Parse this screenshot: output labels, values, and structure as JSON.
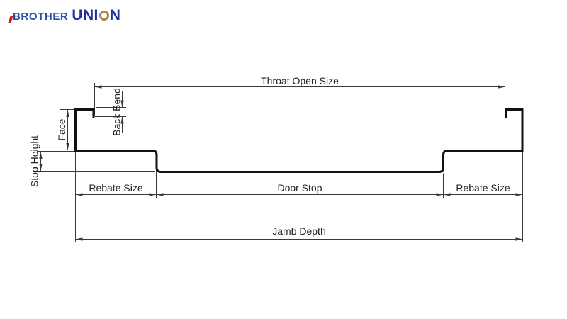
{
  "brand": {
    "name": "BROTHER UNION",
    "word1": "BROTHER",
    "word2_prefix": "UNI",
    "word2_suffix": "N",
    "word1_color": "#2a50a8",
    "word2_color": "#202f9c",
    "globe_ring_color": "#a8894e",
    "accent_color": "#cf2027"
  },
  "diagram": {
    "labels": {
      "throat_open_size": "Throat Open Size",
      "back_bend": "Back Bend",
      "face": "Face",
      "stop_height": "Stop Height",
      "rebate_size_left": "Rebate Size",
      "door_stop": "Door Stop",
      "rebate_size_right": "Rebate Size",
      "jamb_depth": "Jamb Depth"
    }
  },
  "colors": {
    "background": "#ffffff",
    "profile_stroke": "#111111",
    "dimension_stroke": "#3a3a3a",
    "label_color": "#222222"
  }
}
